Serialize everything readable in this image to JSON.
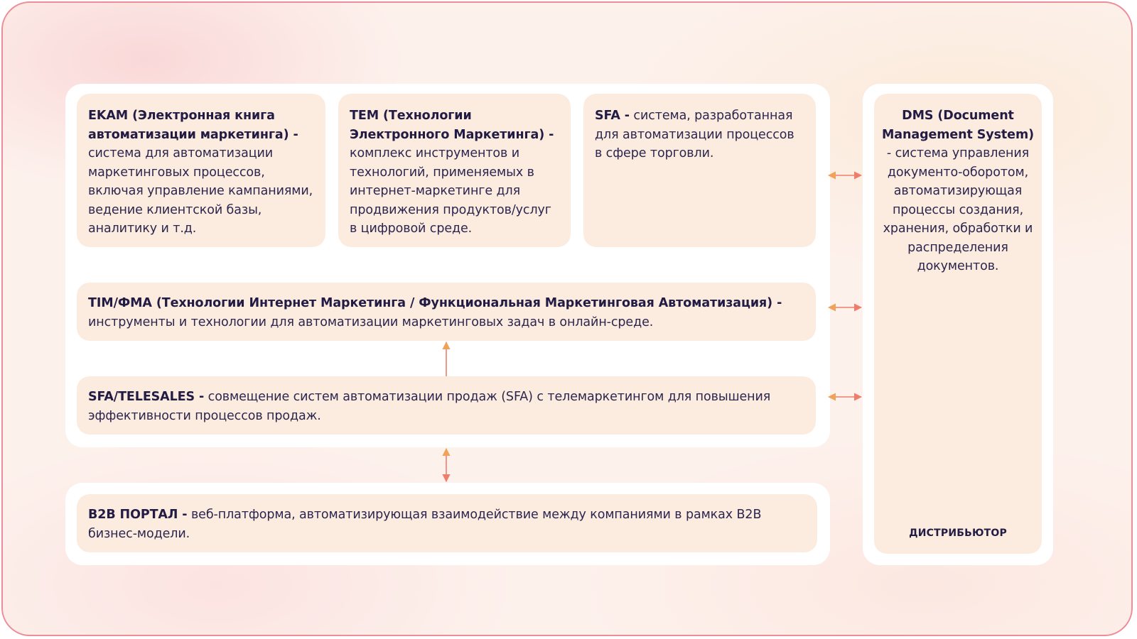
{
  "colors": {
    "panel": "#ffffff",
    "card": "#fcecdf",
    "text": "#221c44",
    "arrow": "#ee7e6c",
    "border": "#ec8d97"
  },
  "cards": {
    "ekam": {
      "title": "EKAM (Электронная книга автоматизации маркетинга) -",
      "desc": "система для автоматизации маркетинговых процессов, включая управление кампаниями, ведение клиентской базы, аналитику и т.д."
    },
    "tem": {
      "title": "TEM (Технологии Электронного Маркетинга) -",
      "desc": "комплекс инструментов и технологий, применяемых в интернет-маркетинге для продвижения продуктов/услуг в цифровой среде."
    },
    "sfa": {
      "title": "SFA -",
      "desc": "система, разработанная для автоматизации процессов в сфере торговли."
    },
    "tim": {
      "title": "TIM/ФМА (Технологии Интернет Маркетинга / Функциональная Маркетинговая Автоматизация) -",
      "desc": "инструменты и технологии для автоматизации маркетинговых задач в онлайн-среде."
    },
    "telesales": {
      "title": "SFA/TELESALES -",
      "desc": "совмещение систем автоматизации продаж (SFA) с телемаркетингом для повышения эффективности процессов продаж."
    },
    "b2b": {
      "title": "B2B ПОРТАЛ -",
      "desc": "веб-платформа, автоматизирующая взаимодействие между компаниями в рамках B2B бизнес-модели."
    },
    "dms": {
      "title": "DMS (Document Management System)",
      "desc": "- система управления документо-оборотом, автоматизирующая процессы создания, хранения, обработки и распределения документов.",
      "footer": "ДИСТРИБЬЮТОР"
    }
  }
}
